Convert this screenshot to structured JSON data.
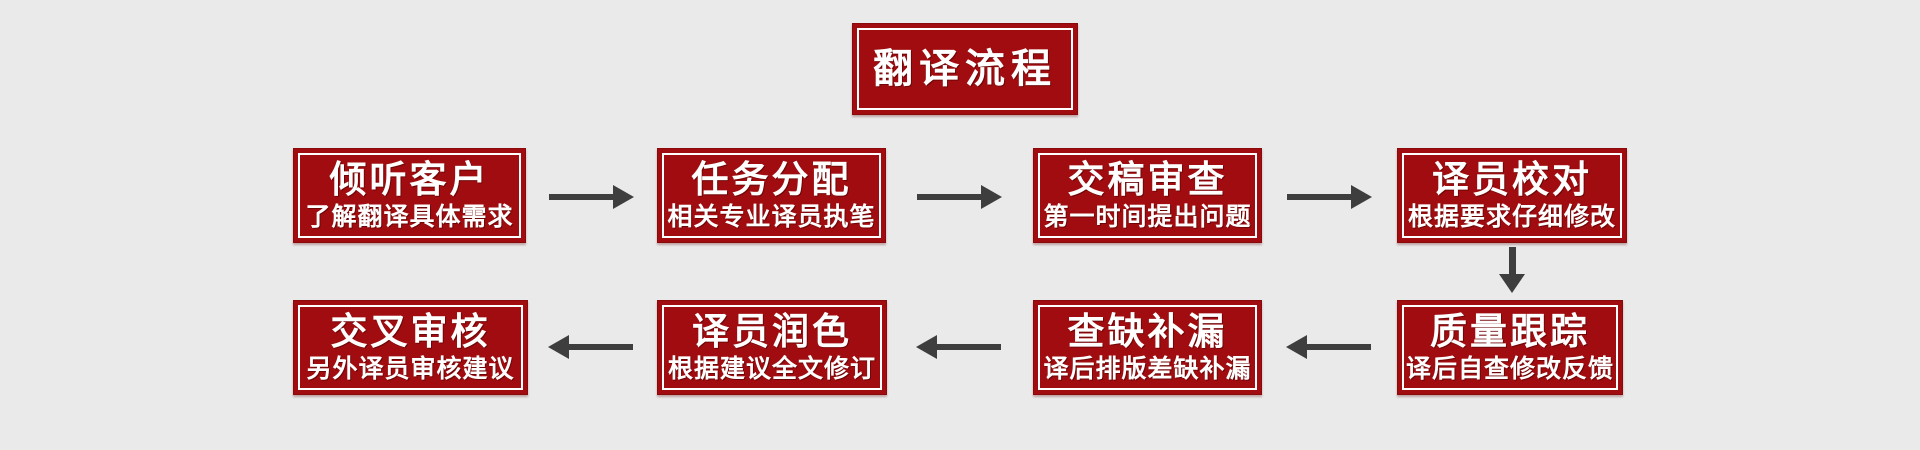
{
  "title": {
    "label": "翻译流程"
  },
  "colors": {
    "page_bg": "#EAEAEA",
    "box_bg": "#A00C0F",
    "box_edge": "#8A090B",
    "box_inner_line": "#FFFFFF",
    "box_text": "#FFFFFF",
    "arrow_color": "#3E3E3E"
  },
  "icons": {
    "arrow_right": "→",
    "arrow_left": "←",
    "arrow_down": "↓"
  },
  "flow": {
    "row1": [
      {
        "title": "倾听客户",
        "subtitle": "了解翻译具体需求"
      },
      {
        "title": "任务分配",
        "subtitle": "相关专业译员执笔"
      },
      {
        "title": "交稿审查",
        "subtitle": "第一时间提出问题"
      },
      {
        "title": "译员校对",
        "subtitle": "根据要求仔细修改"
      }
    ],
    "row2": [
      {
        "title": "交叉审核",
        "subtitle": "另外译员审核建议"
      },
      {
        "title": "译员润色",
        "subtitle": "根据建议全文修订"
      },
      {
        "title": "查缺补漏",
        "subtitle": "译后排版差缺补漏"
      },
      {
        "title": "质量跟踪",
        "subtitle": "译后自查修改反馈"
      }
    ]
  }
}
